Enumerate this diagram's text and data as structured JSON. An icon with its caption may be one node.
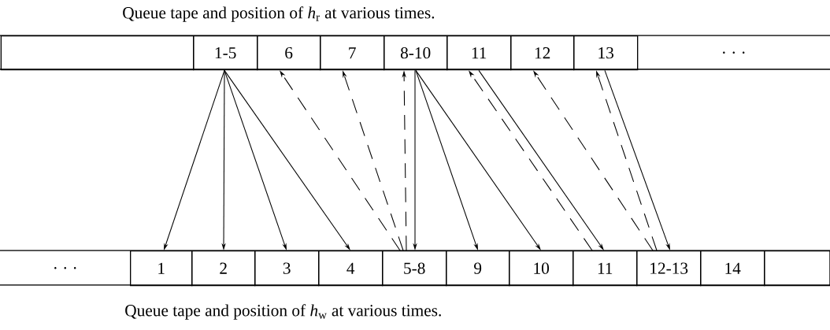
{
  "diagram": {
    "nodes": [
      {
        "text": [],
        "shape": "box"
      },
      {
        "text": [
          "1-5"
        ]
      },
      {
        "text": [
          "6"
        ]
      },
      {
        "text": [
          "7"
        ]
      },
      {
        "text": [
          "8-10"
        ]
      },
      {
        "text": [
          "11"
        ]
      },
      {
        "text": [
          "12"
        ]
      },
      {
        "text": [
          "13"
        ]
      },
      {
        "text": [
          ". . ."
        ]
      },
      {
        "text": [
          ". . ."
        ]
      },
      {
        "text": [
          "1"
        ]
      },
      {
        "text": [
          "2"
        ]
      },
      {
        "text": [
          "3"
        ]
      },
      {
        "text": [
          "4"
        ]
      },
      {
        "text": [
          "5-8"
        ]
      },
      {
        "text": [
          "9"
        ]
      },
      {
        "text": [
          "10"
        ]
      },
      {
        "text": [
          "11"
        ]
      },
      {
        "text": [
          "12-13"
        ]
      },
      {
        "text": [
          "14"
        ]
      },
      {
        "text": [],
        "shape": "box"
      }
    ],
    "edges": [
      {
        "from": 1,
        "to": 10,
        "arrow": "to"
      },
      {
        "from": 1,
        "to": 11,
        "arrow": "to"
      },
      {
        "from": 1,
        "to": 12,
        "arrow": "to"
      },
      {
        "from": 1,
        "to": 13,
        "arrow": "to"
      },
      {
        "from": 14,
        "to": 2,
        "arrow": "to",
        "style": "dashed"
      },
      {
        "from": 14,
        "to": 3,
        "arrow": "to",
        "style": "dashed"
      },
      {
        "from": 14,
        "to": 4,
        "arrow": "to",
        "style": "dashed"
      },
      {
        "from": 4,
        "to": 14,
        "arrow": "to"
      },
      {
        "from": 4,
        "to": 15,
        "arrow": "to"
      },
      {
        "from": 4,
        "to": 16,
        "arrow": "to"
      },
      {
        "from": 5,
        "to": 17,
        "arrow": "to"
      },
      {
        "from": 17,
        "to": 5,
        "arrow": "to",
        "style": "dashed"
      },
      {
        "from": 18,
        "to": 6,
        "arrow": "to",
        "style": "dashed"
      },
      {
        "from": 18,
        "to": 7,
        "arrow": "to",
        "style": "dashed"
      },
      {
        "from": 7,
        "to": 18,
        "arrow": "to"
      }
    ],
    "labels": [
      "Queue tape and position of *h*$_{r}$ at various times.",
      "Queue tape and position of *h*$_{w}$ at various times."
    ]
  }
}
